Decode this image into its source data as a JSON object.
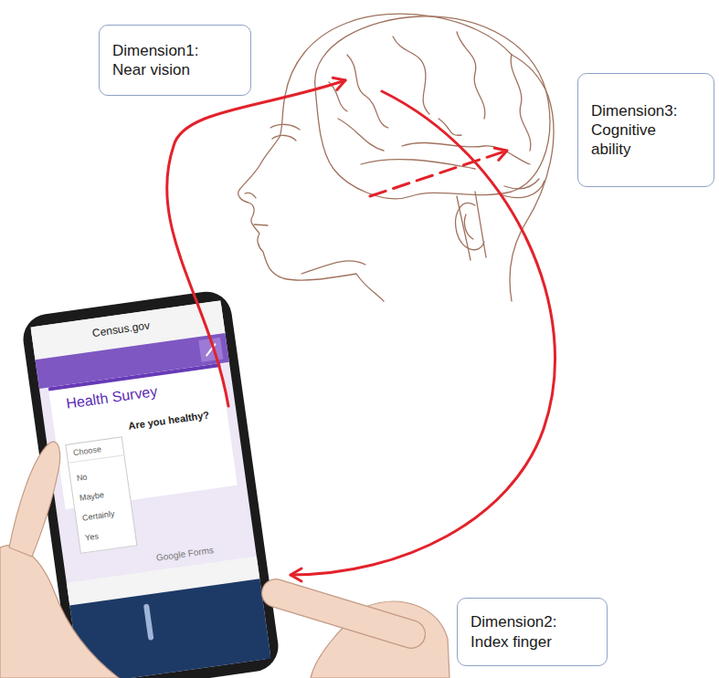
{
  "diagram": {
    "nodes": [
      {
        "text": [
          "Dimension1:",
          "Near vision"
        ]
      },
      {
        "text": [
          "Dimension3:",
          "Cognitive ability"
        ]
      },
      {
        "text": [
          "Dimension2:",
          "Index finger"
        ]
      }
    ],
    "labels": [
      "Census.gov",
      "Health Survey",
      "Are you healthy?",
      "Choose",
      "No",
      "Maybe",
      "Certainly",
      "Yes",
      "Google Forms"
    ]
  }
}
